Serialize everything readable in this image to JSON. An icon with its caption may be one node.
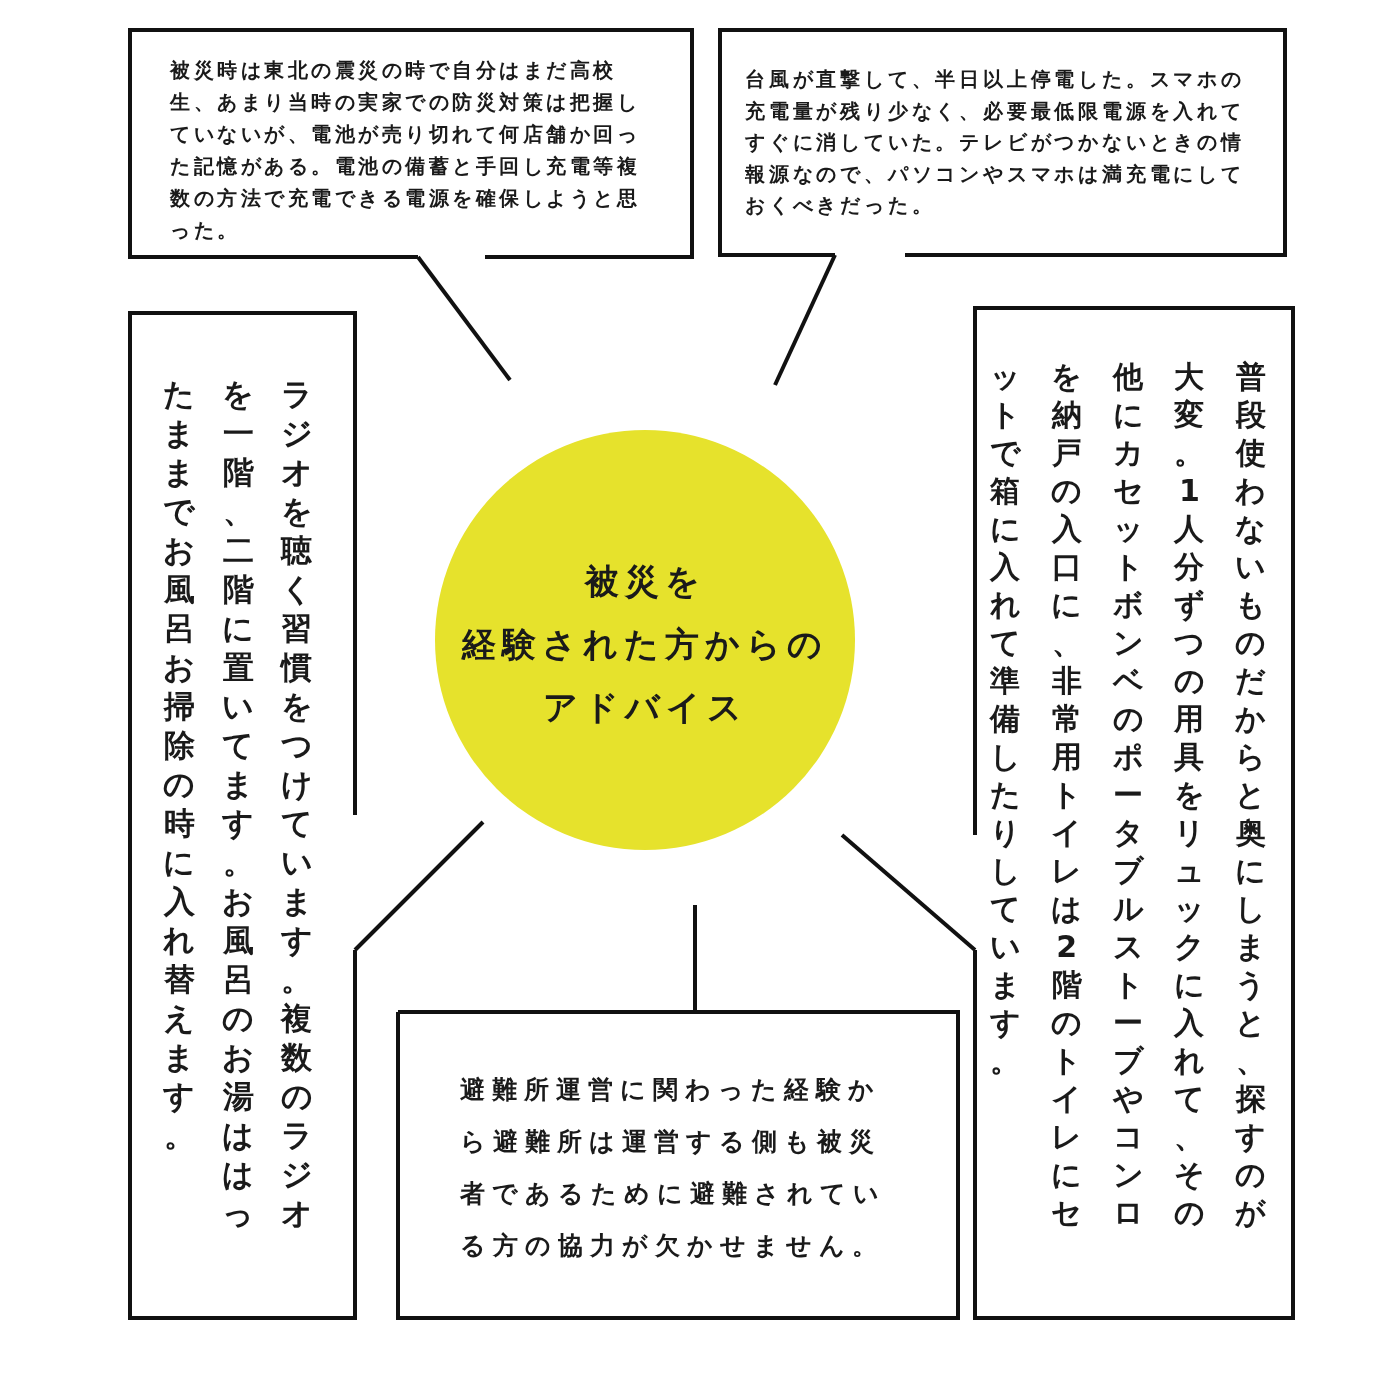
{
  "diagram": {
    "nodes": [
      {
        "text": [
          "被災時は東北の震災の時で自分はまだ高校生、あまり当時の実家での防災対策は把握していないが、電池が売り切れて何店舗か回った記憶がある。電池の備蓄と手回し充電等複数の方法で充電できる電源を確保しようと思った。"
        ]
      },
      {
        "text": [
          "台風が直撃して、半日以上停電した。スマホの充電量が残り少なく、必要最低限電源を入れてすぐに消していた。テレビがつかないときの情報源なので、パソコンやスマホは満充電にしておくべきだった。"
        ]
      },
      {
        "text": [
          "ラジオを聴く習慣をつけています。複数のラジオを一階、二階に置いてます。お風呂のお湯ははったままでお風呂お掃除の時に入れ替えます。"
        ]
      },
      {
        "text": [
          "被災を経験された方からのアドバイス"
        ]
      },
      {
        "text": [
          "普段使わないものだからと奥にしまうと、探すのが大変。1人分ずつの用具をリュックに入れて、その他にカセットボンベのポータブルストーブやコンロを納戸の入口に、非常用トイレは2階のトイレにセットで箱に入れて準備したりしています。"
        ]
      },
      {
        "text": [
          "避難所運営に関わった経験から避難所は運営する側も被災者であるために避難されている方の協力が欠かせません。"
        ]
      }
    ],
    "edges": [
      {
        "from": 0,
        "to": 3,
        "arrow": "none"
      },
      {
        "from": 1,
        "to": 3,
        "arrow": "none"
      },
      {
        "from": 2,
        "to": 3,
        "arrow": "none"
      },
      {
        "from": 4,
        "to": 3,
        "arrow": "none"
      },
      {
        "from": 5,
        "to": 3,
        "arrow": "none"
      }
    ]
  }
}
